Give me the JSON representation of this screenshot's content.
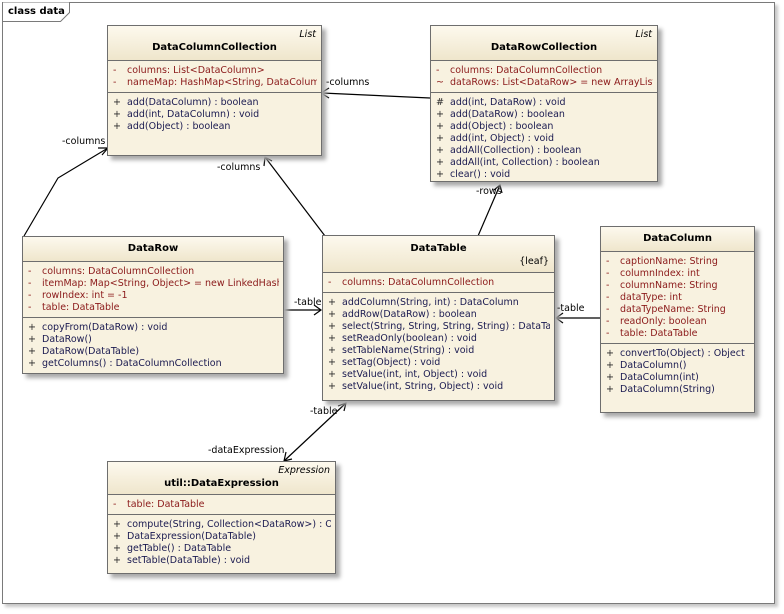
{
  "frame": {
    "title": "class data"
  },
  "classes": {
    "DataColumnCollection": {
      "stereotype": "List",
      "name": "DataColumnCollection",
      "props": [
        {
          "vis": "-",
          "text": "columns:  List<DataColumn>"
        },
        {
          "vis": "-",
          "text": "nameMap:  HashMap<String, DataColumn>"
        }
      ],
      "ops": [
        {
          "vis": "+",
          "text": "add(DataColumn) : boolean"
        },
        {
          "vis": "+",
          "text": "add(int, DataColumn) : void"
        },
        {
          "vis": "+",
          "text": "add(Object) : boolean"
        }
      ]
    },
    "DataRowCollection": {
      "stereotype": "List",
      "name": "DataRowCollection",
      "props": [
        {
          "vis": "-",
          "text": "columns:  DataColumnCollection"
        },
        {
          "vis": "~",
          "text": "dataRows:  List<DataRow> = new ArrayList<D..."
        }
      ],
      "ops": [
        {
          "vis": "#",
          "text": "add(int, DataRow) : void"
        },
        {
          "vis": "+",
          "text": "add(DataRow) : boolean"
        },
        {
          "vis": "+",
          "text": "add(Object) : boolean"
        },
        {
          "vis": "+",
          "text": "add(int, Object) : void"
        },
        {
          "vis": "+",
          "text": "addAll(Collection) : boolean"
        },
        {
          "vis": "+",
          "text": "addAll(int, Collection) : boolean"
        },
        {
          "vis": "+",
          "text": "clear() : void"
        }
      ]
    },
    "DataRow": {
      "stereotype": "",
      "name": "DataRow",
      "props": [
        {
          "vis": "-",
          "text": "columns:  DataColumnCollection"
        },
        {
          "vis": "-",
          "text": "itemMap:  Map<String, Object> = new LinkedHashM..."
        },
        {
          "vis": "-",
          "text": "rowIndex:  int = -1"
        },
        {
          "vis": "-",
          "text": "table:  DataTable"
        }
      ],
      "ops": [
        {
          "vis": "+",
          "text": "copyFrom(DataRow) : void"
        },
        {
          "vis": "+",
          "text": "DataRow()"
        },
        {
          "vis": "+",
          "text": "DataRow(DataTable)"
        },
        {
          "vis": "+",
          "text": "getColumns() : DataColumnCollection"
        }
      ]
    },
    "DataTable": {
      "stereotype": "{leaf}",
      "name": "DataTable",
      "props": [
        {
          "vis": "-",
          "text": "columns:  DataColumnCollection"
        }
      ],
      "ops": [
        {
          "vis": "+",
          "text": "addColumn(String, int) : DataColumn"
        },
        {
          "vis": "+",
          "text": "addRow(DataRow) : boolean"
        },
        {
          "vis": "+",
          "text": "select(String, String, String, String) : DataTable"
        },
        {
          "vis": "+",
          "text": "setReadOnly(boolean) : void"
        },
        {
          "vis": "+",
          "text": "setTableName(String) : void"
        },
        {
          "vis": "+",
          "text": "setTag(Object) : void"
        },
        {
          "vis": "+",
          "text": "setValue(int, int, Object) : void"
        },
        {
          "vis": "+",
          "text": "setValue(int, String, Object) : void"
        }
      ]
    },
    "DataColumn": {
      "stereotype": "",
      "name": "DataColumn",
      "props": [
        {
          "vis": "-",
          "text": "captionName:  String"
        },
        {
          "vis": "-",
          "text": "columnIndex:  int"
        },
        {
          "vis": "-",
          "text": "columnName:  String"
        },
        {
          "vis": "-",
          "text": "dataType:  int"
        },
        {
          "vis": "-",
          "text": "dataTypeName:  String"
        },
        {
          "vis": "-",
          "text": "readOnly:  boolean"
        },
        {
          "vis": "-",
          "text": "table:  DataTable"
        }
      ],
      "ops": [
        {
          "vis": "+",
          "text": "convertTo(Object) : Object"
        },
        {
          "vis": "+",
          "text": "DataColumn()"
        },
        {
          "vis": "+",
          "text": "DataColumn(int)"
        },
        {
          "vis": "+",
          "text": "DataColumn(String)"
        }
      ]
    },
    "DataExpression": {
      "stereotype": "Expression",
      "name": "util::DataExpression",
      "props": [
        {
          "vis": "-",
          "text": "table:  DataTable"
        }
      ],
      "ops": [
        {
          "vis": "+",
          "text": "compute(String, Collection<DataRow>) : Object"
        },
        {
          "vis": "+",
          "text": "DataExpression(DataTable)"
        },
        {
          "vis": "+",
          "text": "getTable() : DataTable"
        },
        {
          "vis": "+",
          "text": "setTable(DataTable) : void"
        }
      ]
    }
  },
  "edge_labels": {
    "rowcol_to_colcol": "-columns",
    "datarow_to_colcol": "-columns",
    "table_to_colcol": "-columns",
    "table_to_rowcol": "-rows",
    "datarow_to_table": "-table",
    "column_to_table": "-table",
    "expr_to_table": "-table",
    "table_to_expr": "-dataExpression"
  }
}
